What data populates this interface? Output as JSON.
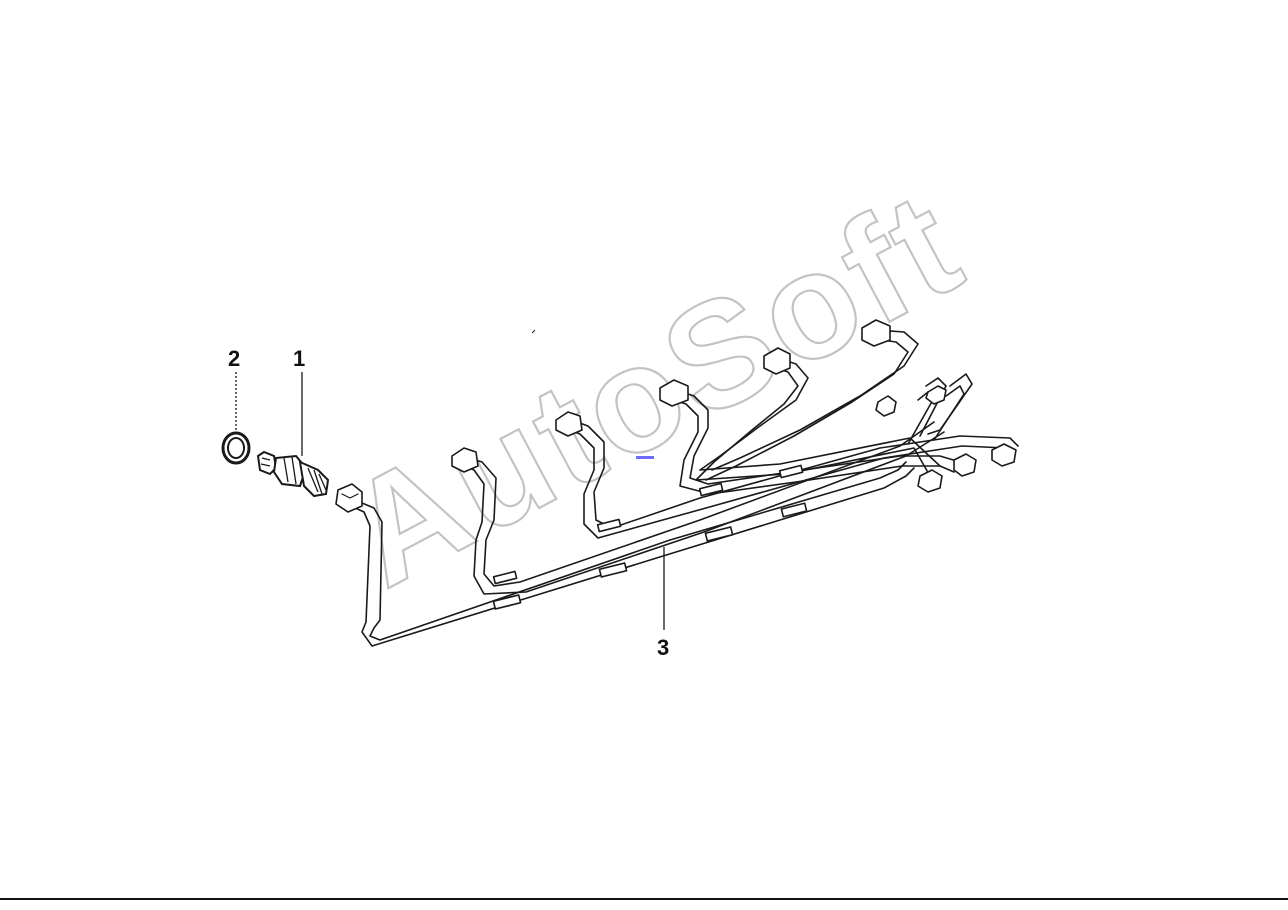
{
  "callouts": [
    {
      "id": "2",
      "label": "2"
    },
    {
      "id": "1",
      "label": "1"
    },
    {
      "id": "3",
      "label": "3"
    }
  ],
  "watermark": {
    "text": "AutoSoft",
    "color": "#bfbfbf"
  },
  "colors": {
    "line": "#1a1a1a",
    "accent_mark": "#6b6bff"
  },
  "icons": {
    "seal_ring": "o-ring-icon",
    "fitting": "union-fitting-icon",
    "pipe_set": "injection-pipe-set"
  }
}
